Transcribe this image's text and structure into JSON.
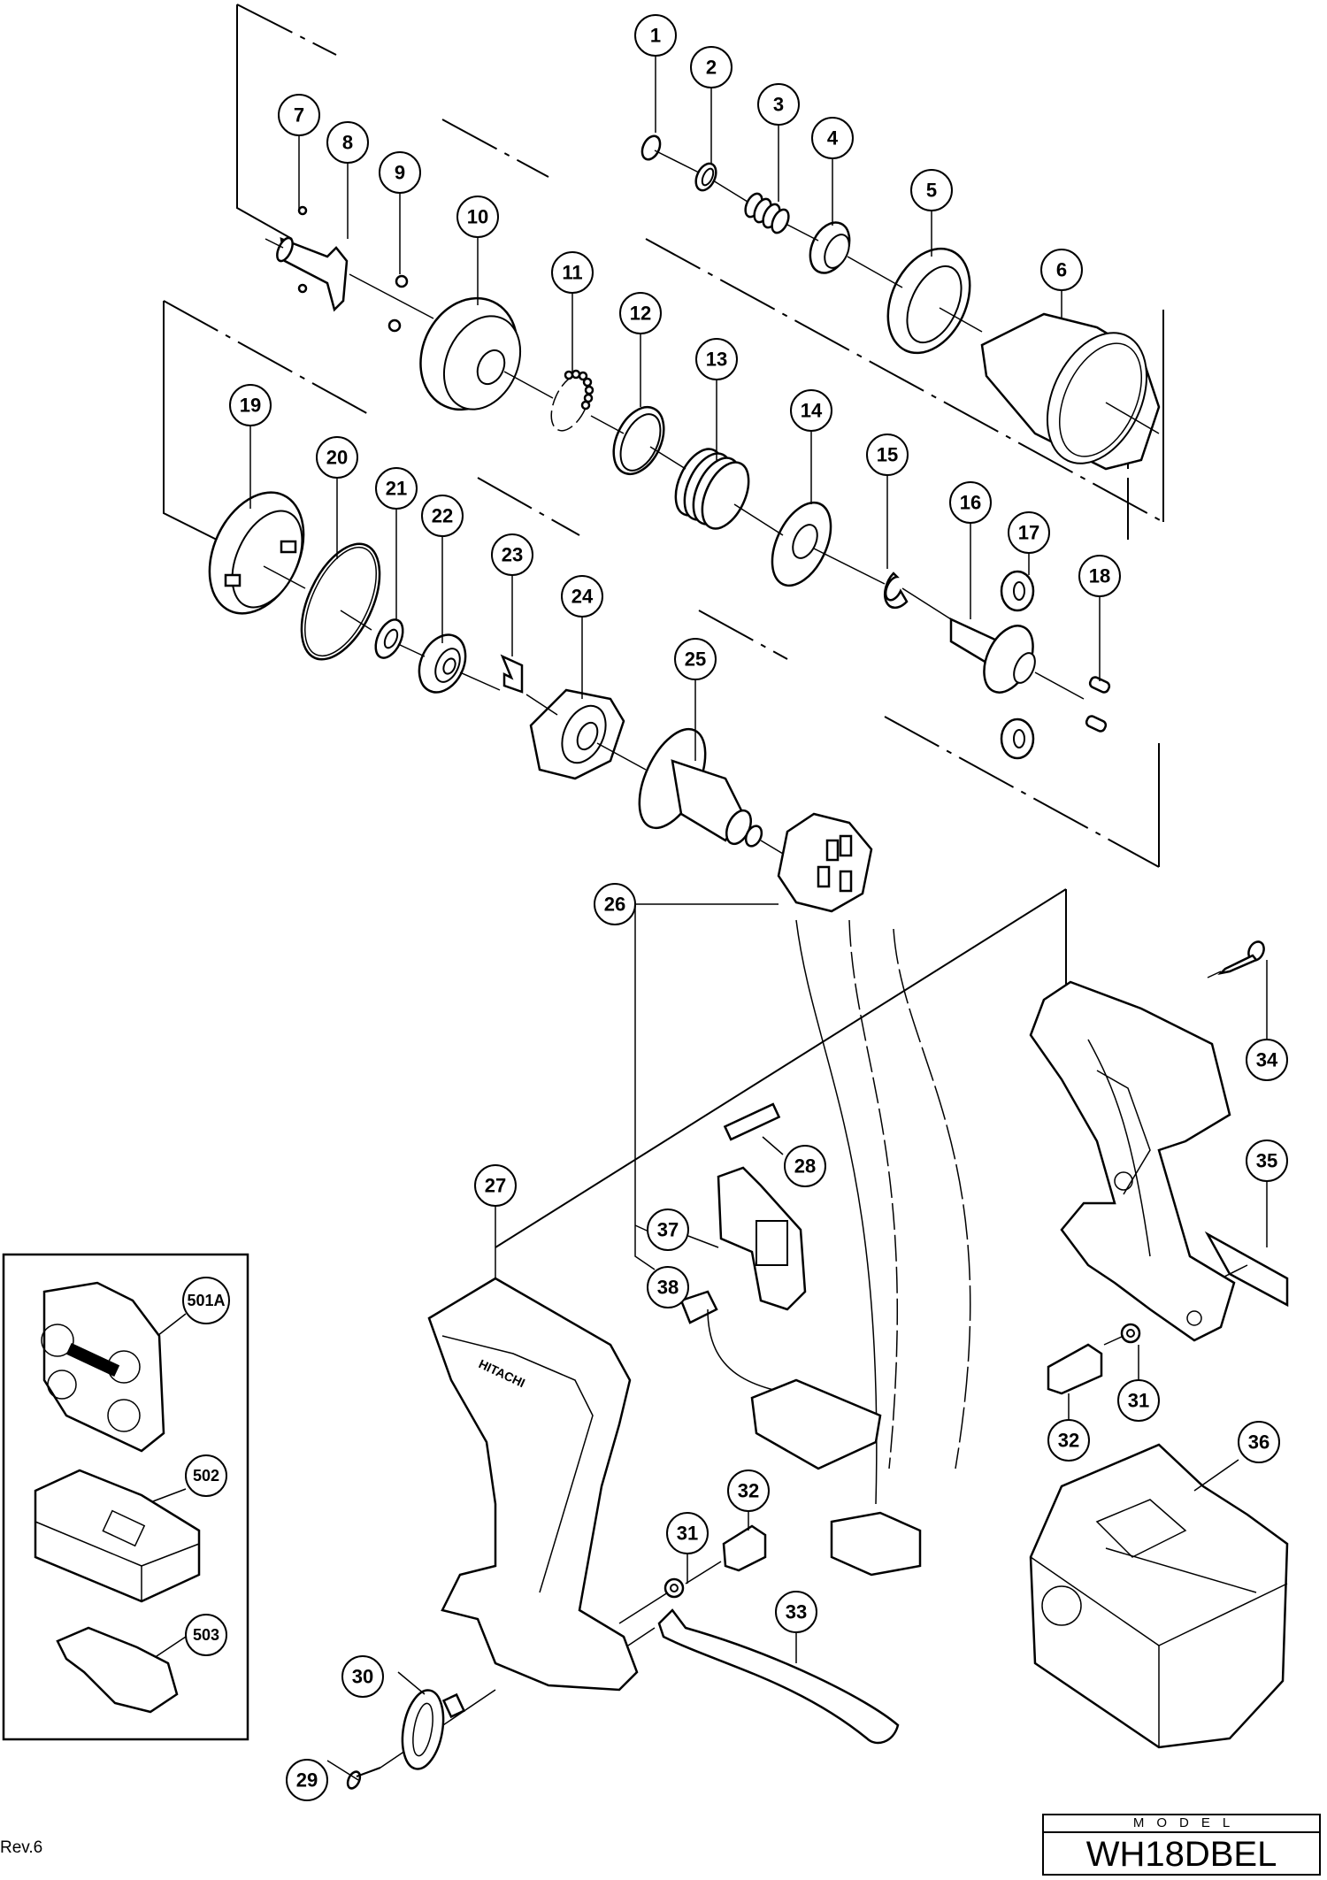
{
  "document": {
    "type": "exploded parts diagram",
    "revision": "Rev.6",
    "model_label": "MODEL",
    "model_number": "WH18DBEL",
    "brand_marking": "HITACHI"
  },
  "parts": [
    {
      "id": "1",
      "label": "1"
    },
    {
      "id": "2",
      "label": "2"
    },
    {
      "id": "3",
      "label": "3"
    },
    {
      "id": "4",
      "label": "4"
    },
    {
      "id": "5",
      "label": "5"
    },
    {
      "id": "6",
      "label": "6"
    },
    {
      "id": "7",
      "label": "7"
    },
    {
      "id": "8",
      "label": "8"
    },
    {
      "id": "9",
      "label": "9"
    },
    {
      "id": "10",
      "label": "10"
    },
    {
      "id": "11",
      "label": "11"
    },
    {
      "id": "12",
      "label": "12"
    },
    {
      "id": "13",
      "label": "13"
    },
    {
      "id": "14",
      "label": "14"
    },
    {
      "id": "15",
      "label": "15"
    },
    {
      "id": "16",
      "label": "16"
    },
    {
      "id": "17",
      "label": "17"
    },
    {
      "id": "18",
      "label": "18"
    },
    {
      "id": "19",
      "label": "19"
    },
    {
      "id": "20",
      "label": "20"
    },
    {
      "id": "21",
      "label": "21"
    },
    {
      "id": "22",
      "label": "22"
    },
    {
      "id": "23",
      "label": "23"
    },
    {
      "id": "24",
      "label": "24"
    },
    {
      "id": "25",
      "label": "25"
    },
    {
      "id": "26",
      "label": "26"
    },
    {
      "id": "27",
      "label": "27"
    },
    {
      "id": "28",
      "label": "28"
    },
    {
      "id": "29",
      "label": "29"
    },
    {
      "id": "30",
      "label": "30"
    },
    {
      "id": "31a",
      "label": "31"
    },
    {
      "id": "31b",
      "label": "31"
    },
    {
      "id": "32a",
      "label": "32"
    },
    {
      "id": "32b",
      "label": "32"
    },
    {
      "id": "33",
      "label": "33"
    },
    {
      "id": "34",
      "label": "34"
    },
    {
      "id": "35",
      "label": "35"
    },
    {
      "id": "36",
      "label": "36"
    },
    {
      "id": "37",
      "label": "37"
    },
    {
      "id": "38",
      "label": "38"
    }
  ],
  "accessories": [
    {
      "id": "501A",
      "label": "501A"
    },
    {
      "id": "502",
      "label": "502"
    },
    {
      "id": "503",
      "label": "503"
    }
  ]
}
